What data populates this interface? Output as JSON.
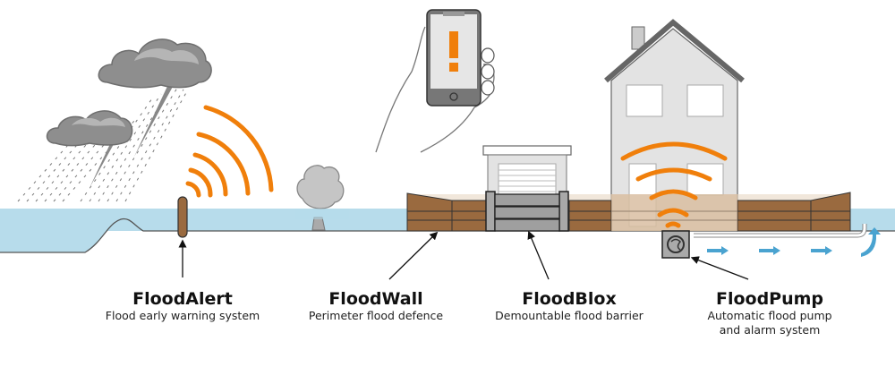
{
  "colors": {
    "water": "#b7dceb",
    "signal": "#f07f0b",
    "wood": "#9a6a3f",
    "cloud": "#8e8e8e",
    "house": "#e3e3e3",
    "flow_arrow": "#4aa3d0"
  },
  "products": [
    {
      "name": "FloodAlert",
      "description": "Flood early warning system"
    },
    {
      "name": "FloodWall",
      "description": "Perimeter flood defence"
    },
    {
      "name": "FloodBlox",
      "description": "Demountable flood barrier"
    },
    {
      "name": "FloodPump",
      "description": "Automatic flood pump",
      "description2": "and alarm system"
    }
  ],
  "icons": {
    "phone_alert": "exclamation-mark"
  }
}
